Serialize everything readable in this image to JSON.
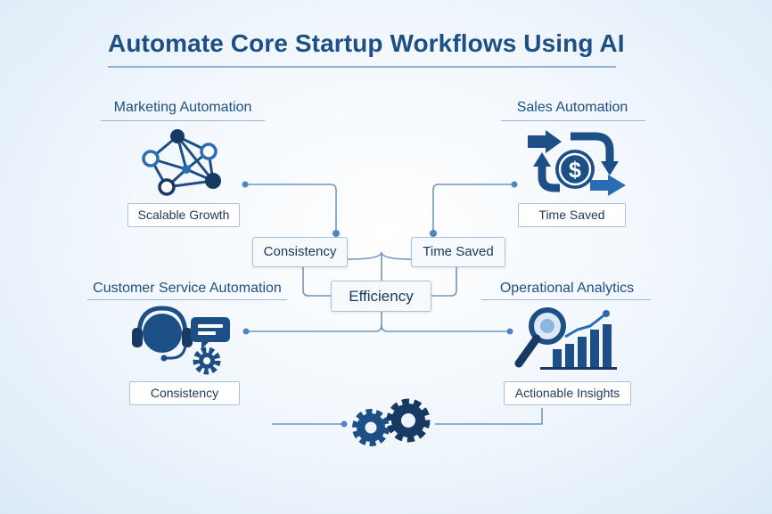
{
  "title": "Automate Core Startup Workflows Using AI",
  "sections": {
    "marketing": {
      "heading": "Marketing Automation",
      "benefit": "Scalable Growth",
      "icon": "network-icon"
    },
    "sales": {
      "heading": "Sales Automation",
      "benefit": "Time Saved",
      "icon": "dollar-cycle-icon"
    },
    "customer_service": {
      "heading": "Customer Service Automation",
      "benefit": "Consistency",
      "icon": "headset-icon"
    },
    "analytics": {
      "heading": "Operational Analytics",
      "benefit": "Actionable Insights",
      "icon": "analytics-icon"
    }
  },
  "hub": {
    "left": "Consistency",
    "right": "Time Saved",
    "center": "Efficiency"
  },
  "footer_icon": "gears-icon",
  "colors": {
    "primary": "#1d4f87",
    "accent": "#2a6db5",
    "line": "#6f97c2",
    "box_border": "#a9c3de"
  }
}
